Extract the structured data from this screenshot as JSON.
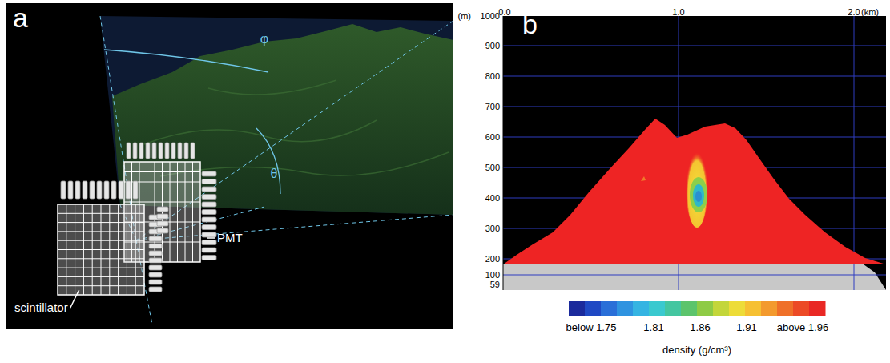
{
  "diagram": {
    "labels": [
      "a",
      "φ",
      "θ",
      "PMT",
      "scintillator",
      "b",
      "0.0",
      "1.0",
      "2.0",
      "(km)",
      "(m)",
      "1000",
      "900",
      "800",
      "700",
      "600",
      "500",
      "400",
      "300",
      "200",
      "100",
      "59",
      "below 1.75",
      "1.81",
      "1.86",
      "1.91",
      "above 1.96",
      "density (g/cm³)"
    ]
  }
}
